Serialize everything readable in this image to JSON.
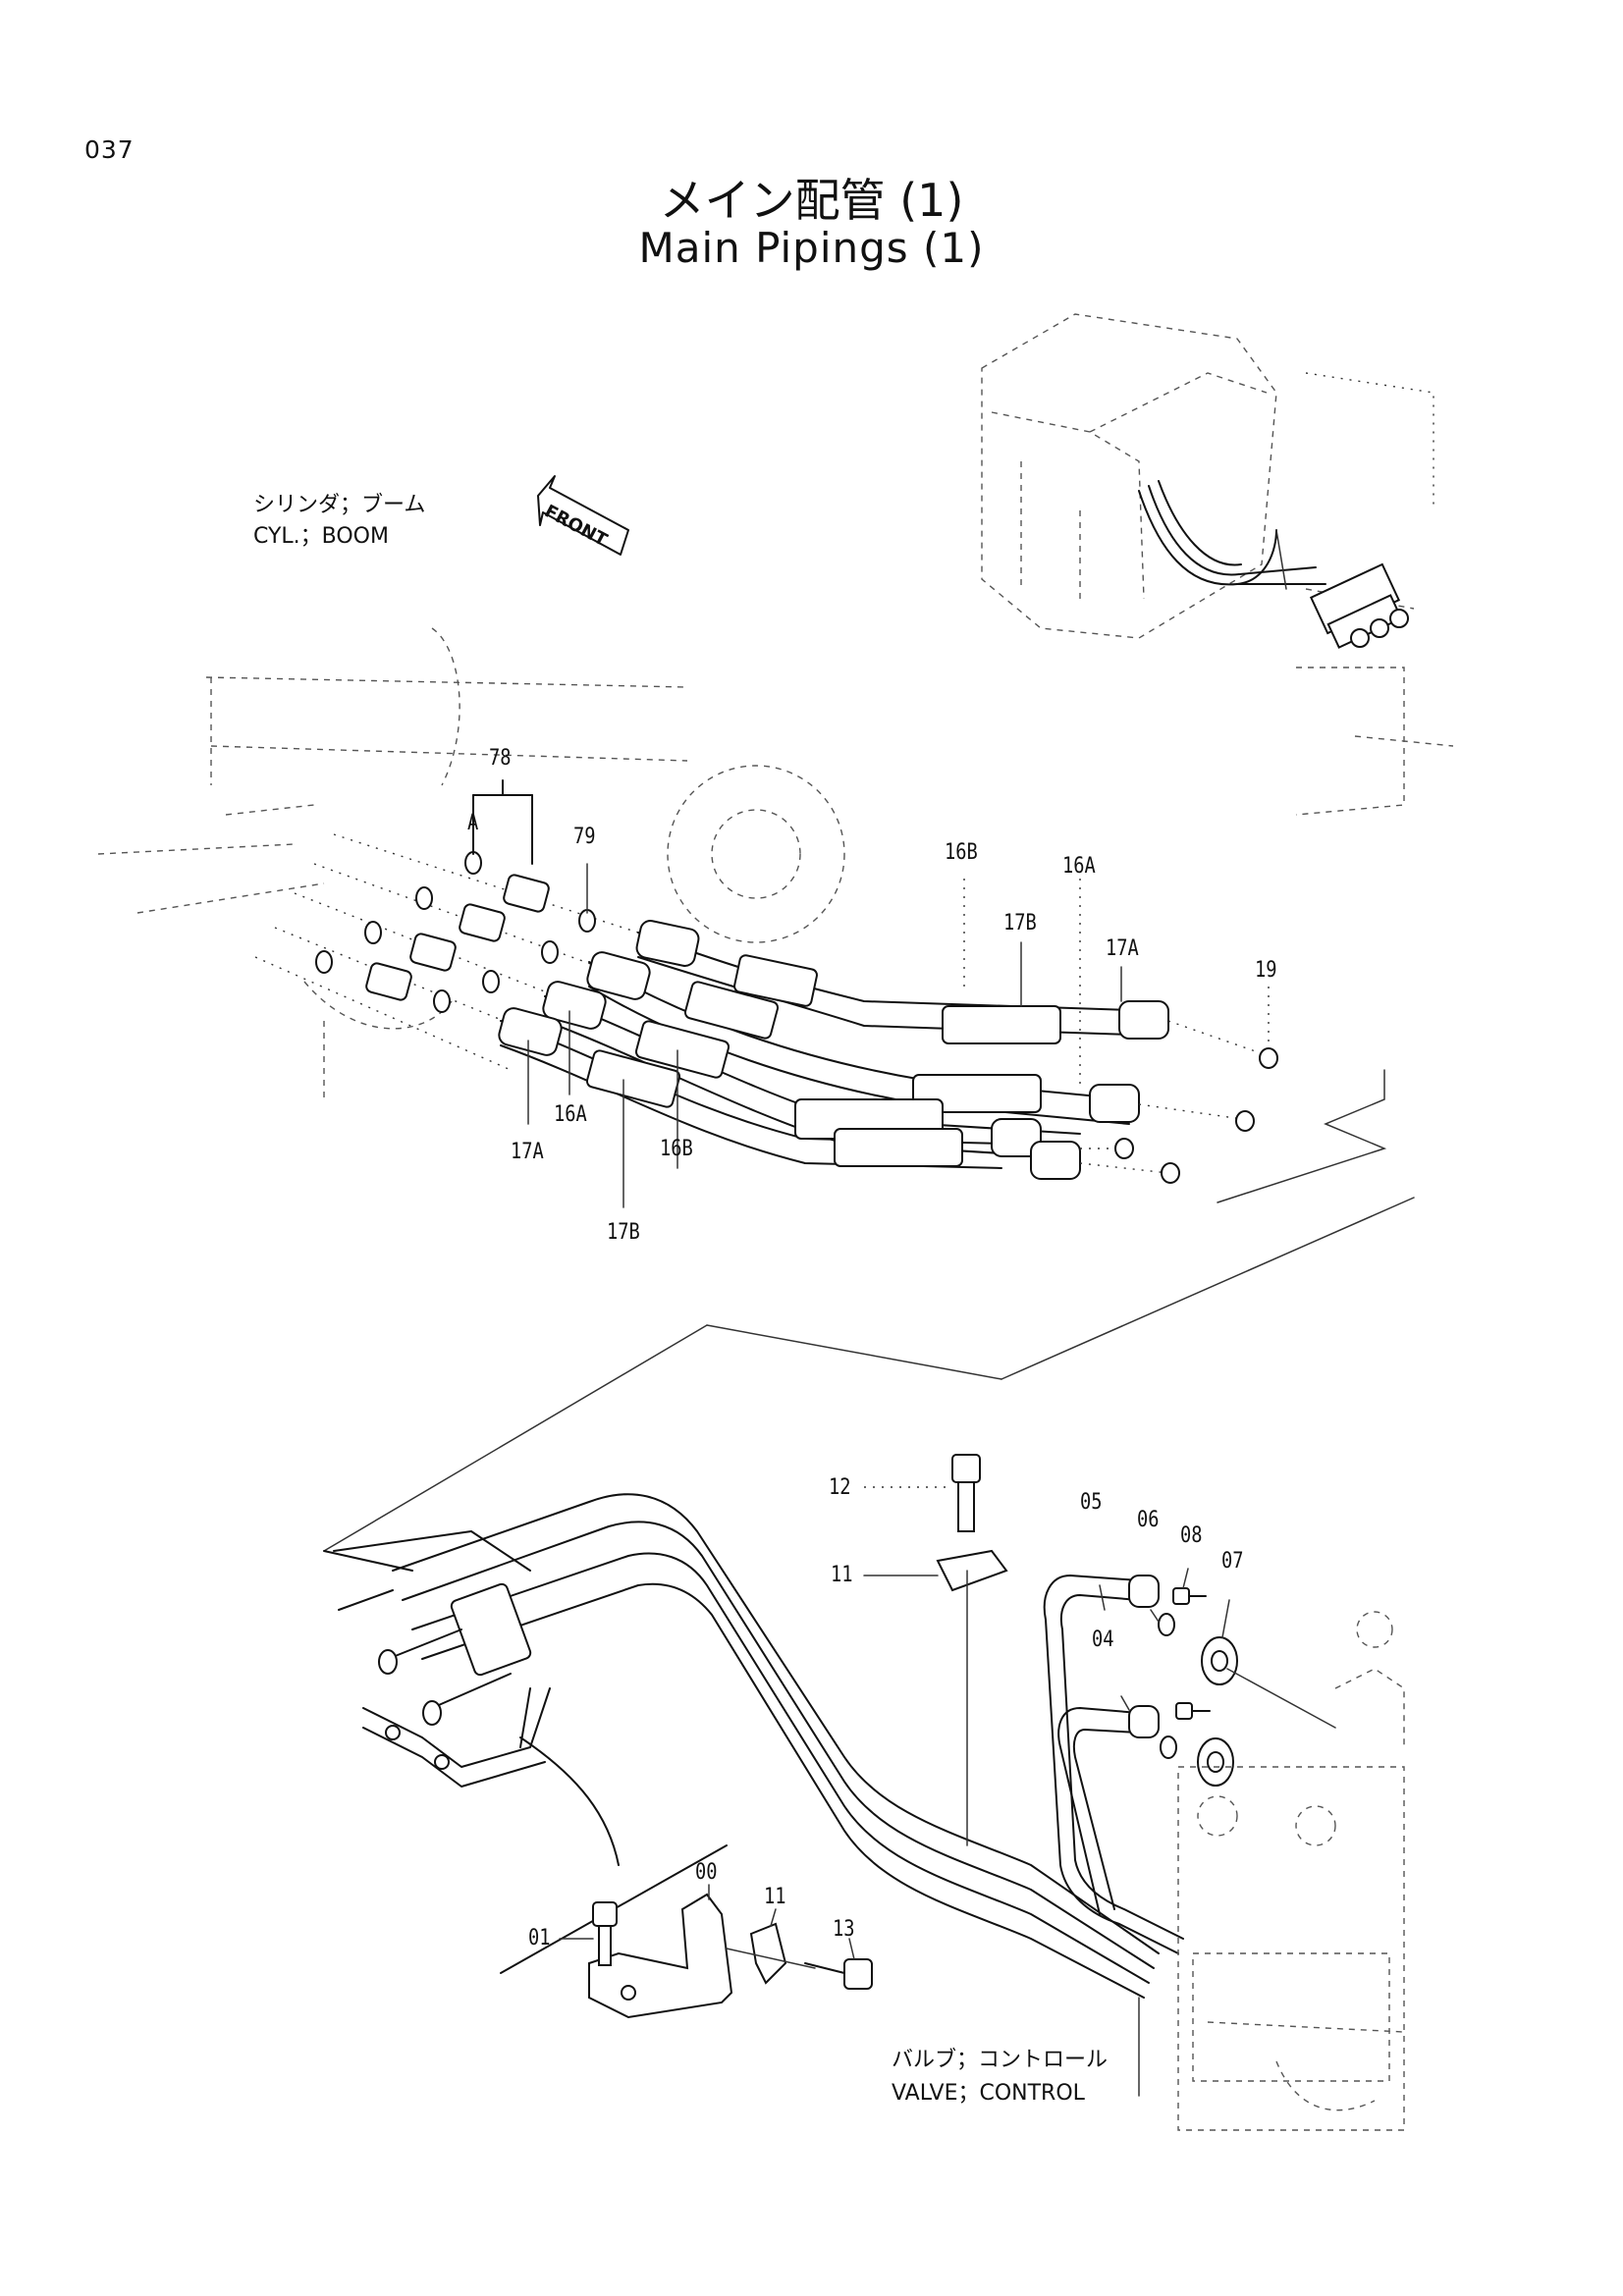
{
  "page": {
    "number": "037",
    "title_jp": "メイン配管 (1)",
    "title_en": "Main Pipings (1)"
  },
  "annotations": {
    "cyl_boom_jp": "シリンダ；ブーム",
    "cyl_boom_en": "CYL.；BOOM",
    "front": "FRONT",
    "valve_jp": "バルブ；コントロール",
    "valve_en": "VALVE；CONTROL"
  },
  "callouts": {
    "p78": "78",
    "pA": "A",
    "p79": "79",
    "p16B_top": "16B",
    "p16A_top": "16A",
    "p17B_top": "17B",
    "p17A_top": "17A",
    "p19": "19",
    "p16A_bot": "16A",
    "p16B_bot": "16B",
    "p17A_bot": "17A",
    "p17B_bot": "17B",
    "p12": "12",
    "p11_top": "11",
    "p05": "05",
    "p06": "06",
    "p08": "08",
    "p07": "07",
    "p04": "04",
    "p00": "00",
    "p11_bot": "11",
    "p13": "13",
    "p01": "01"
  }
}
